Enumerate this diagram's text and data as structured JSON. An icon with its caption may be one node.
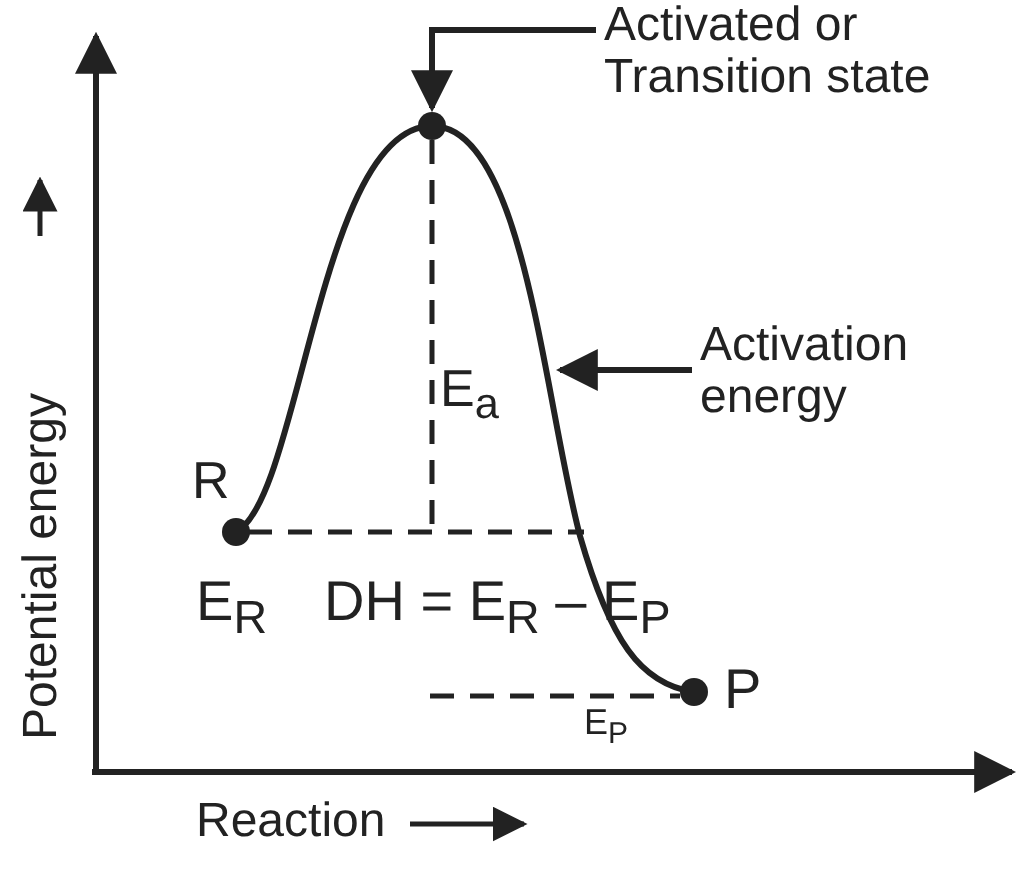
{
  "diagram": {
    "nodes": [
      {
        "text": [
          "Activated or Transition state"
        ]
      },
      {
        "text": [],
        "shape": "circle"
      },
      {
        "text": [
          "Activation energy"
        ]
      }
    ],
    "edges": [
      {
        "from": 0,
        "to": 1,
        "arrow": "to"
      },
      {
        "from": 2,
        "to": null,
        "arrow": "to"
      }
    ],
    "labels": [
      "E$_{a}$",
      "R",
      "E$_{R}$",
      "DH = E$_{R}$ – E$_{P}$",
      "P",
      "E$_{P}$",
      "Potential energy",
      "Reaction"
    ]
  }
}
